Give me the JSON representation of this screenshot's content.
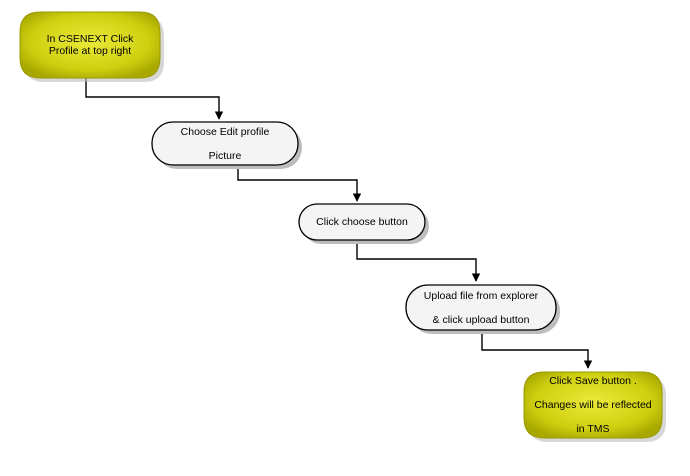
{
  "diagram": {
    "steps": [
      {
        "id": "start",
        "kind": "terminal",
        "lines": [
          "In CSENEXT Click",
          "Profile at top right"
        ]
      },
      {
        "id": "edit-profile",
        "kind": "process",
        "lines": [
          "Choose Edit profile",
          "Picture"
        ]
      },
      {
        "id": "choose-button",
        "kind": "process",
        "lines": [
          "Click choose button"
        ]
      },
      {
        "id": "upload",
        "kind": "process",
        "lines": [
          "Upload file from explorer",
          "& click upload button"
        ]
      },
      {
        "id": "save",
        "kind": "terminal",
        "lines": [
          "Click Save button .",
          "Changes will be reflected",
          "in TMS"
        ]
      }
    ],
    "colors": {
      "terminal_fill": "#c8c800",
      "terminal_stroke": "#9a9a00",
      "process_fill": "#f2f2f2",
      "process_stroke": "#000000",
      "shadow": "#bdbdbd",
      "connector": "#000000"
    }
  }
}
